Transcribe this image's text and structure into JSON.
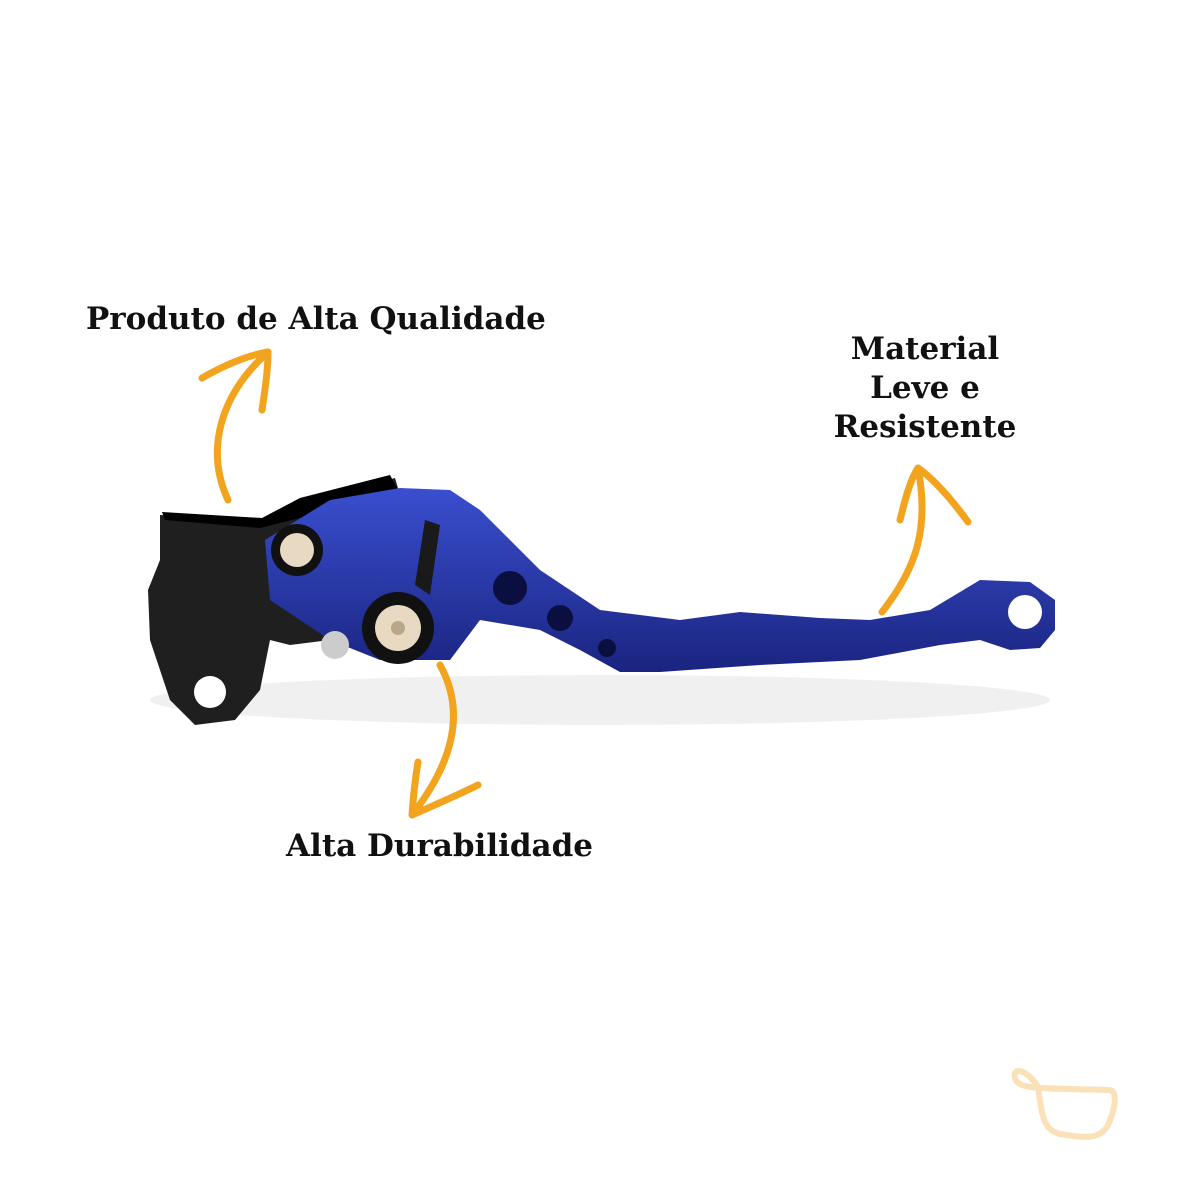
{
  "callouts": {
    "quality": "Produto de Alta Qualidade",
    "material_line1": "Material",
    "material_line2": "Leve e",
    "material_line3": "Resistente",
    "durability": "Alta Durabilidade"
  },
  "colors": {
    "arrow": "#f2a41e",
    "lever": "#2433a8",
    "bracket": "#1c1c1c",
    "logo": "#fbe1b8"
  }
}
